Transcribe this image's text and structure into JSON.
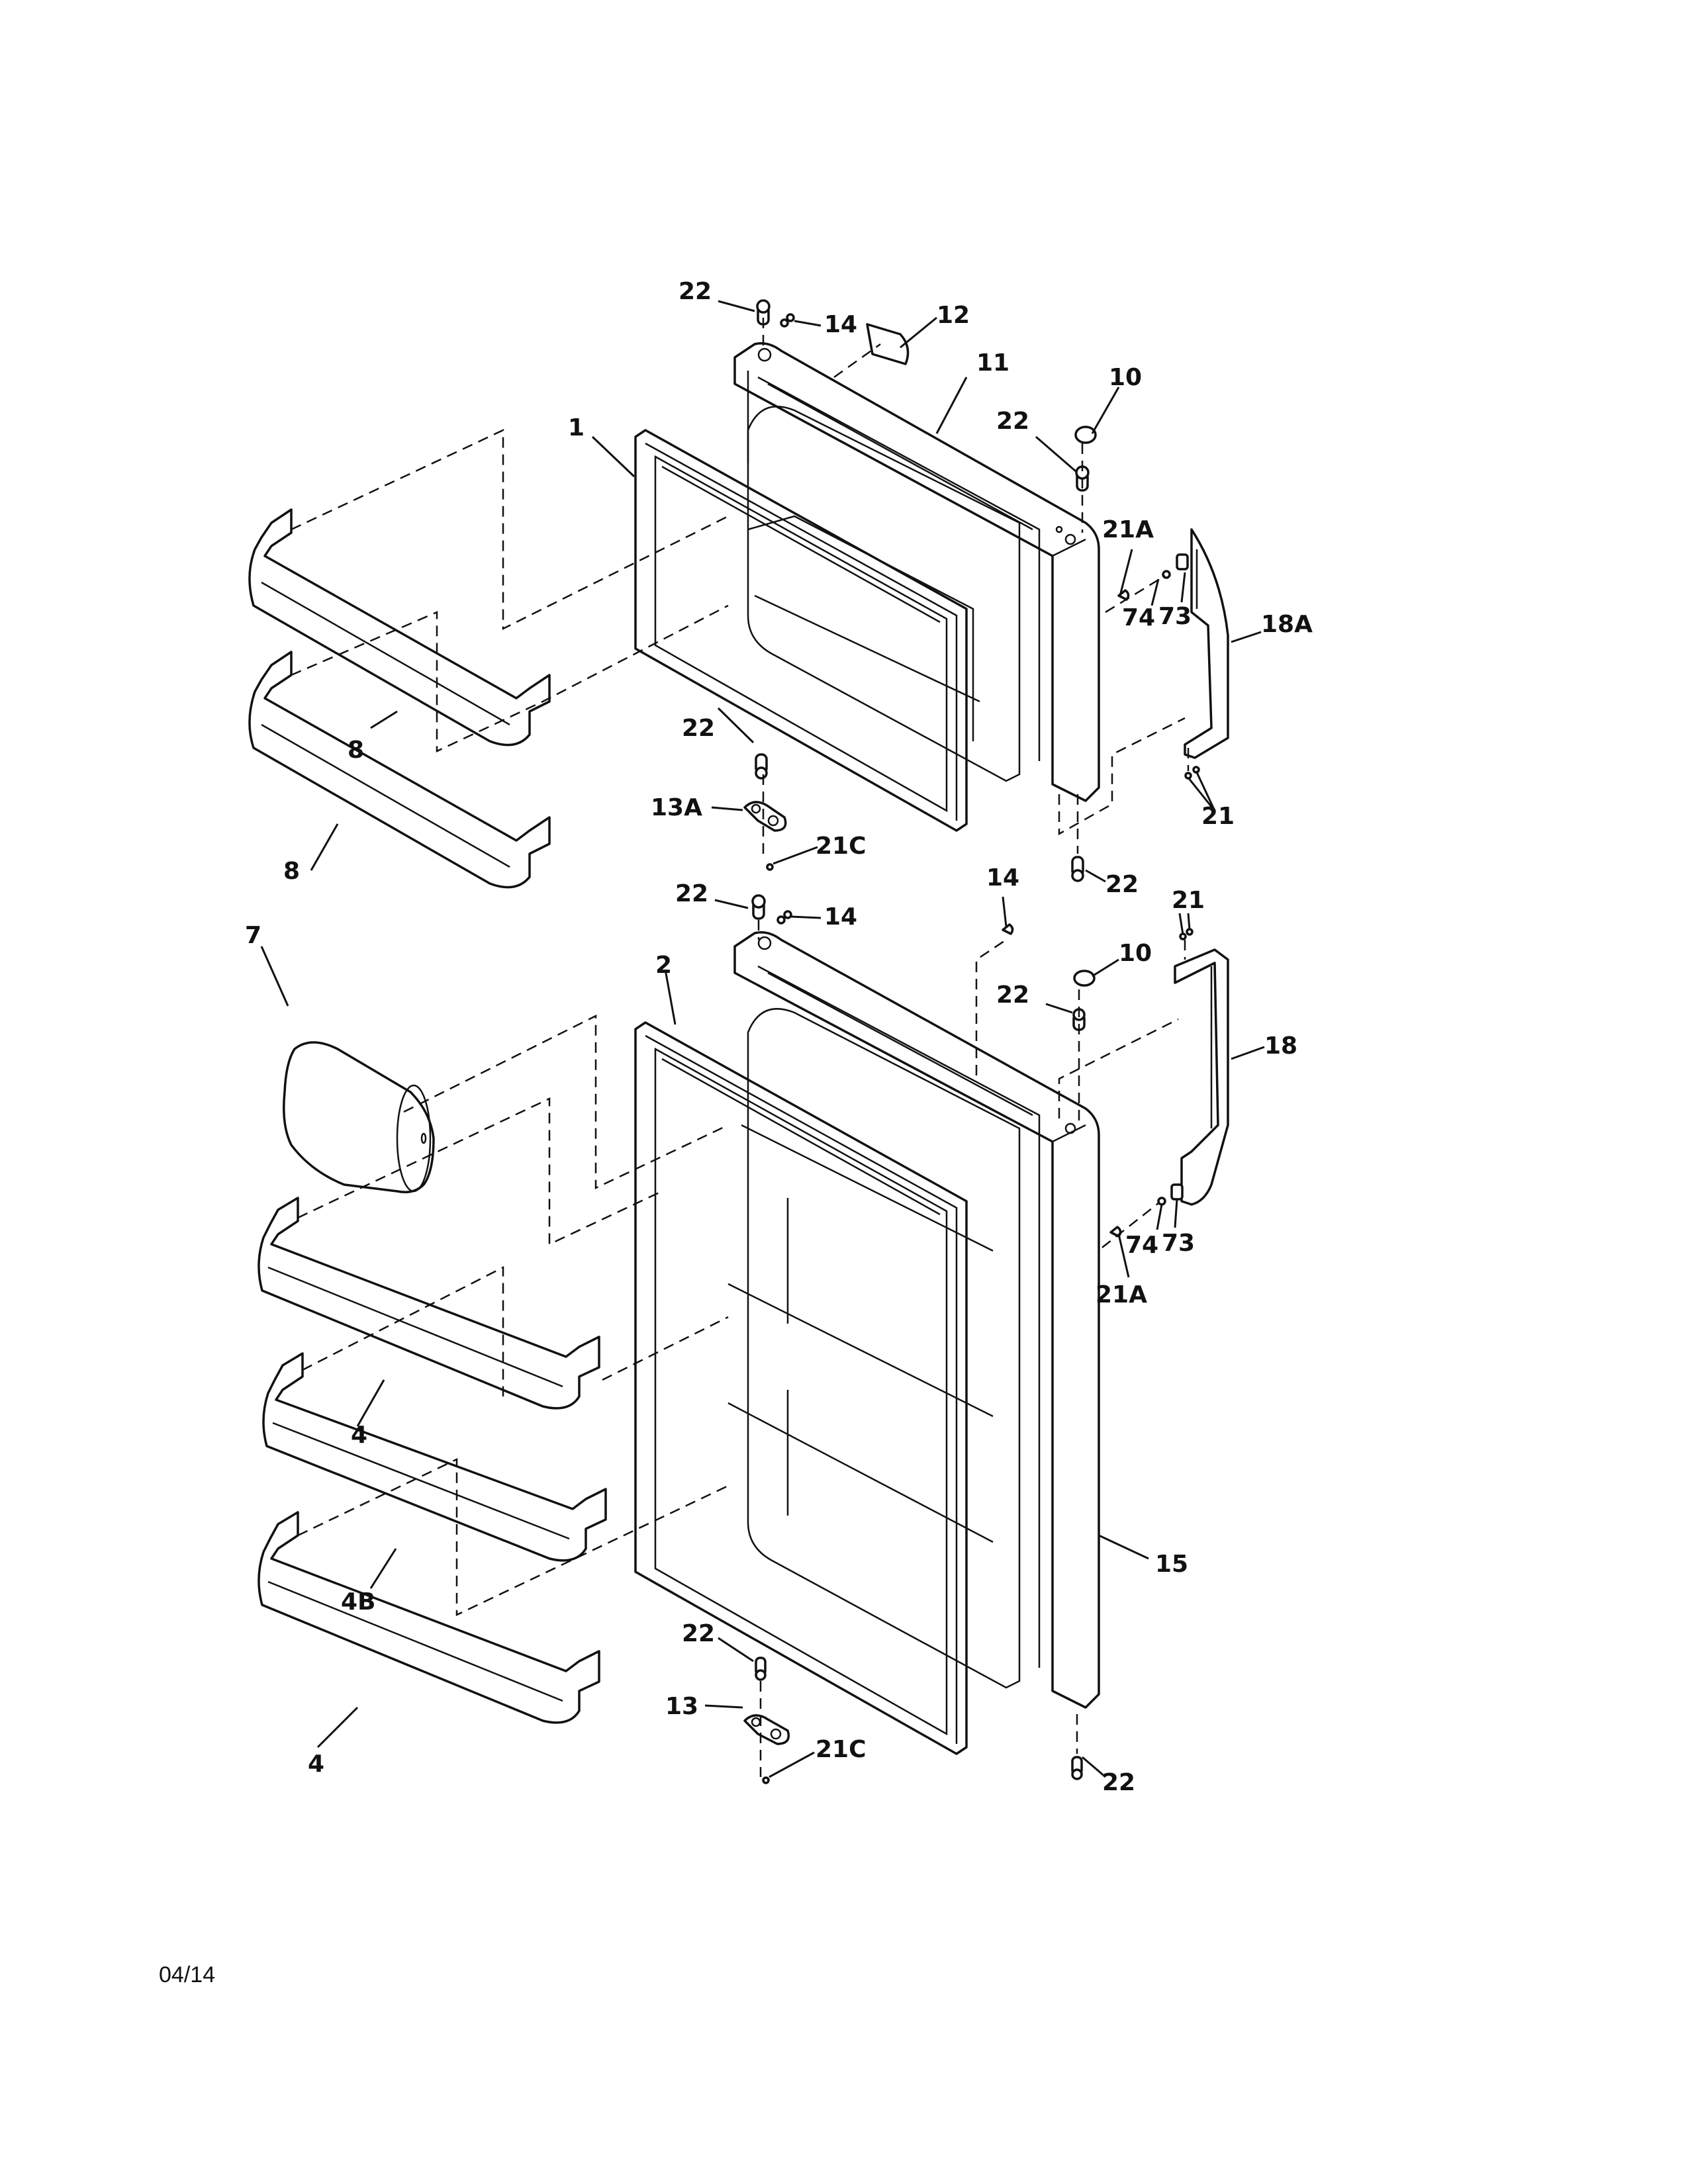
{
  "diagram": {
    "title": "Refrigerator doors exploded parts view",
    "line_color": "#111111",
    "background": "#ffffff",
    "freezer_door": {
      "callouts": {
        "hinge_pin_top": "22",
        "screws_top": "14",
        "nameplate": "12",
        "door_outer": "11",
        "plug": "10",
        "hinge_pin_right": "22",
        "gasket": "1",
        "screw_handle": "21A",
        "handle_clip_74": "74",
        "handle_clip_73": "73",
        "handle": "18A",
        "handle_screws": "21",
        "shelf_upper": "8",
        "shelf_lower": "8",
        "hinge_pin_bottom": "22",
        "hinge_bottom": "13A",
        "hinge_screw": "21C",
        "hinge_pin_bottom_right": "22"
      }
    },
    "fresh_food_door": {
      "callouts": {
        "hinge_pin_top": "22",
        "screws_top": "14",
        "screw_right": "14",
        "gasket": "2",
        "butter_bin": "7",
        "plug": "10",
        "hinge_pin_right": "22",
        "handle_screws": "21",
        "handle": "18",
        "handle_clip_74": "74",
        "handle_clip_73": "73",
        "screw_handle": "21A",
        "shelf_1": "4",
        "shelf_2": "4B",
        "shelf_3": "4",
        "door_outer": "15",
        "hinge_pin_bottom": "22",
        "hinge_bottom": "13",
        "hinge_screw": "21C",
        "hinge_pin_bottom_right": "22"
      }
    },
    "footer": {
      "date_code": "04/14"
    }
  }
}
